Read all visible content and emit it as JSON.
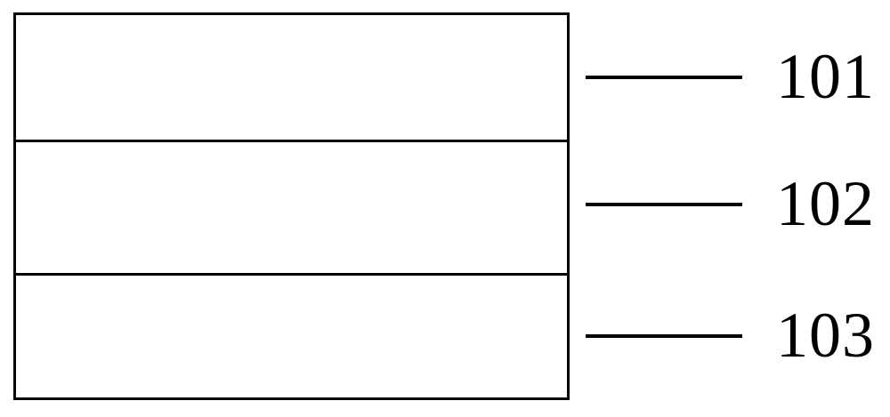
{
  "diagram": {
    "type": "layer-stack",
    "line_color": "#000000",
    "background_color": "#ffffff",
    "layers": [
      {
        "label": "101"
      },
      {
        "label": "102"
      },
      {
        "label": "103"
      }
    ]
  }
}
